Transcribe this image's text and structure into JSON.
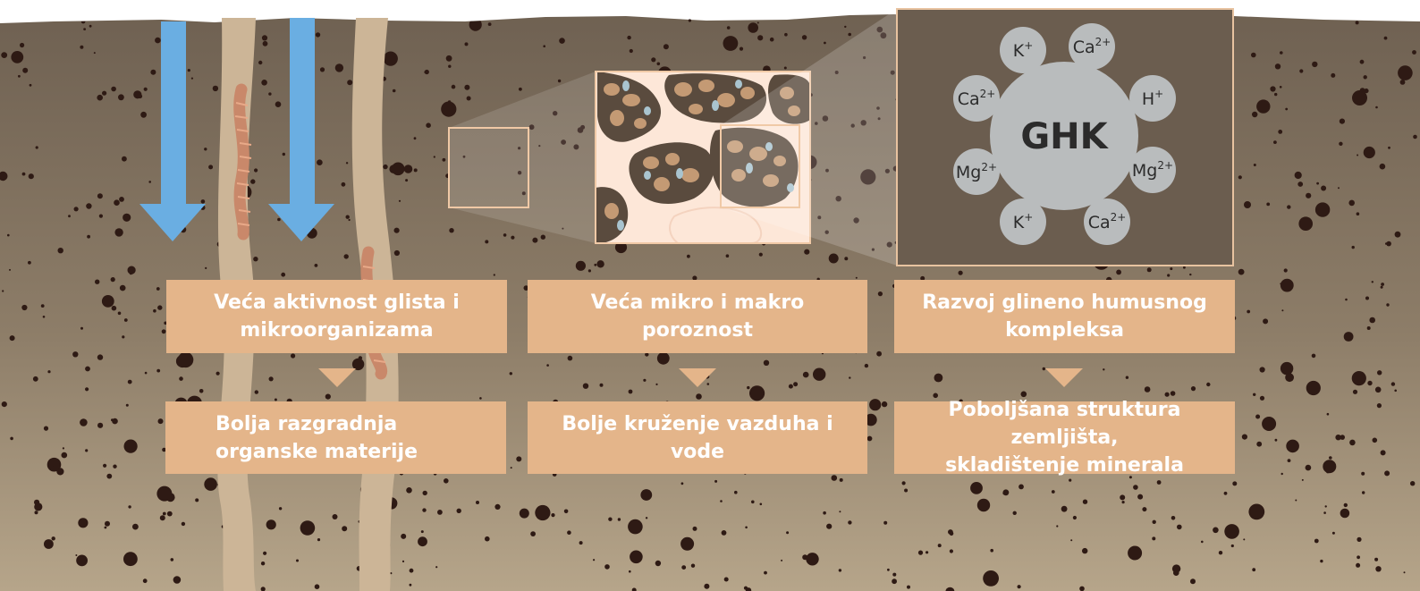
{
  "colors": {
    "soil_top": "#6f6152",
    "soil_bottom": "#b6a58a",
    "particle": "#2e1a14",
    "box_fill": "#e4b58a",
    "arrow": "#6aaee2",
    "root": "#ccb597",
    "worm": "#c9886a",
    "ion_circle": "#b9bcbd",
    "zoom_panel": "#6b5d4f",
    "aggregate_bg": "#fde7d8",
    "aggregate_stone": "#c49a74",
    "aggregate_water": "#a9c4cf"
  },
  "diagram": {
    "columns": [
      {
        "effect": [
          "Veća aktivnost glista i",
          "mikroorganizama"
        ],
        "result": [
          "Bolja razgradnja",
          "organske materije"
        ]
      },
      {
        "effect": [
          "Veća mikro i makro",
          "poroznost"
        ],
        "result": [
          "Bolje kruženje vazduha i vode"
        ]
      },
      {
        "effect": [
          "Razvoj glineno humusnog",
          "kompleksa"
        ],
        "result": [
          "Poboljšana struktura zemljišta,",
          "skladištenje minerala"
        ]
      }
    ],
    "complex": {
      "center_label": "GHK",
      "ions": [
        {
          "symbol": "K",
          "charge": "+"
        },
        {
          "symbol": "Ca",
          "charge": "2+"
        },
        {
          "symbol": "Ca",
          "charge": "2+"
        },
        {
          "symbol": "H",
          "charge": "+"
        },
        {
          "symbol": "Mg",
          "charge": "2+"
        },
        {
          "symbol": "Mg",
          "charge": "2+"
        },
        {
          "symbol": "K",
          "charge": "+"
        },
        {
          "symbol": "Ca",
          "charge": "2+"
        }
      ]
    },
    "icons": [
      "water-down-arrow-icon",
      "earthworm-icon",
      "root-icon",
      "soil-aggregate-icon",
      "clay-humus-complex-icon"
    ]
  }
}
